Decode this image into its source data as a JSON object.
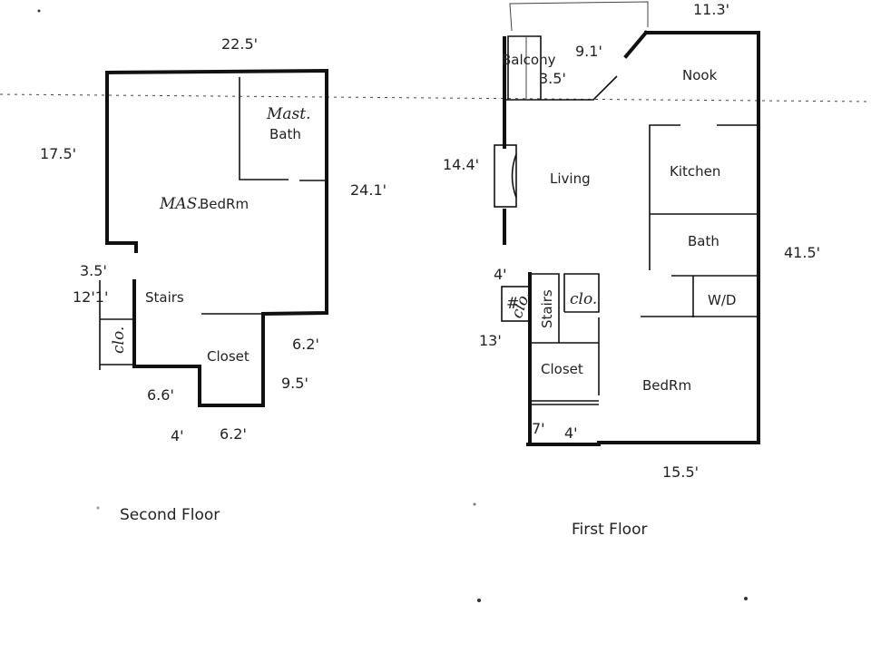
{
  "second_floor": {
    "title": "Second Floor",
    "rooms": {
      "master_bath_note": "Mast.",
      "bath": "Bath",
      "bedroom_note": "MAS.",
      "bedroom": "BedRm",
      "stairs": "Stairs",
      "closet_note": "clo.",
      "closet": "Closet"
    },
    "dimensions": {
      "top": "22.5'",
      "left": "17.5'",
      "right": "24.1'",
      "stair_width": "3.5'",
      "stair_length": "12'1'",
      "closet_right": "6.2'",
      "closet_left": "6.6'",
      "closet_depth": "9.5'",
      "bottom_left": "4'",
      "bottom_right": "6.2'"
    }
  },
  "first_floor": {
    "title": "First Floor",
    "rooms": {
      "balcony": "Balcony",
      "nook": "Nook",
      "living": "Living",
      "kitchen": "Kitchen",
      "bath": "Bath",
      "wd": "W/D",
      "stairs": "Stairs",
      "clo_note": "clo.",
      "closet": "Closet",
      "bedroom": "BedRm",
      "fireplace_note": "#",
      "closet_small": "clo."
    },
    "dimensions": {
      "top": "11.3'",
      "balcony_width": "9.1'",
      "balcony_depth": "3.5'",
      "left": "14.4'",
      "right": "41.5'",
      "stair_width": "4'",
      "stair_length": "13'",
      "bottom_left": "7'",
      "bottom_mid": "4'",
      "bottom": "15.5'"
    }
  }
}
